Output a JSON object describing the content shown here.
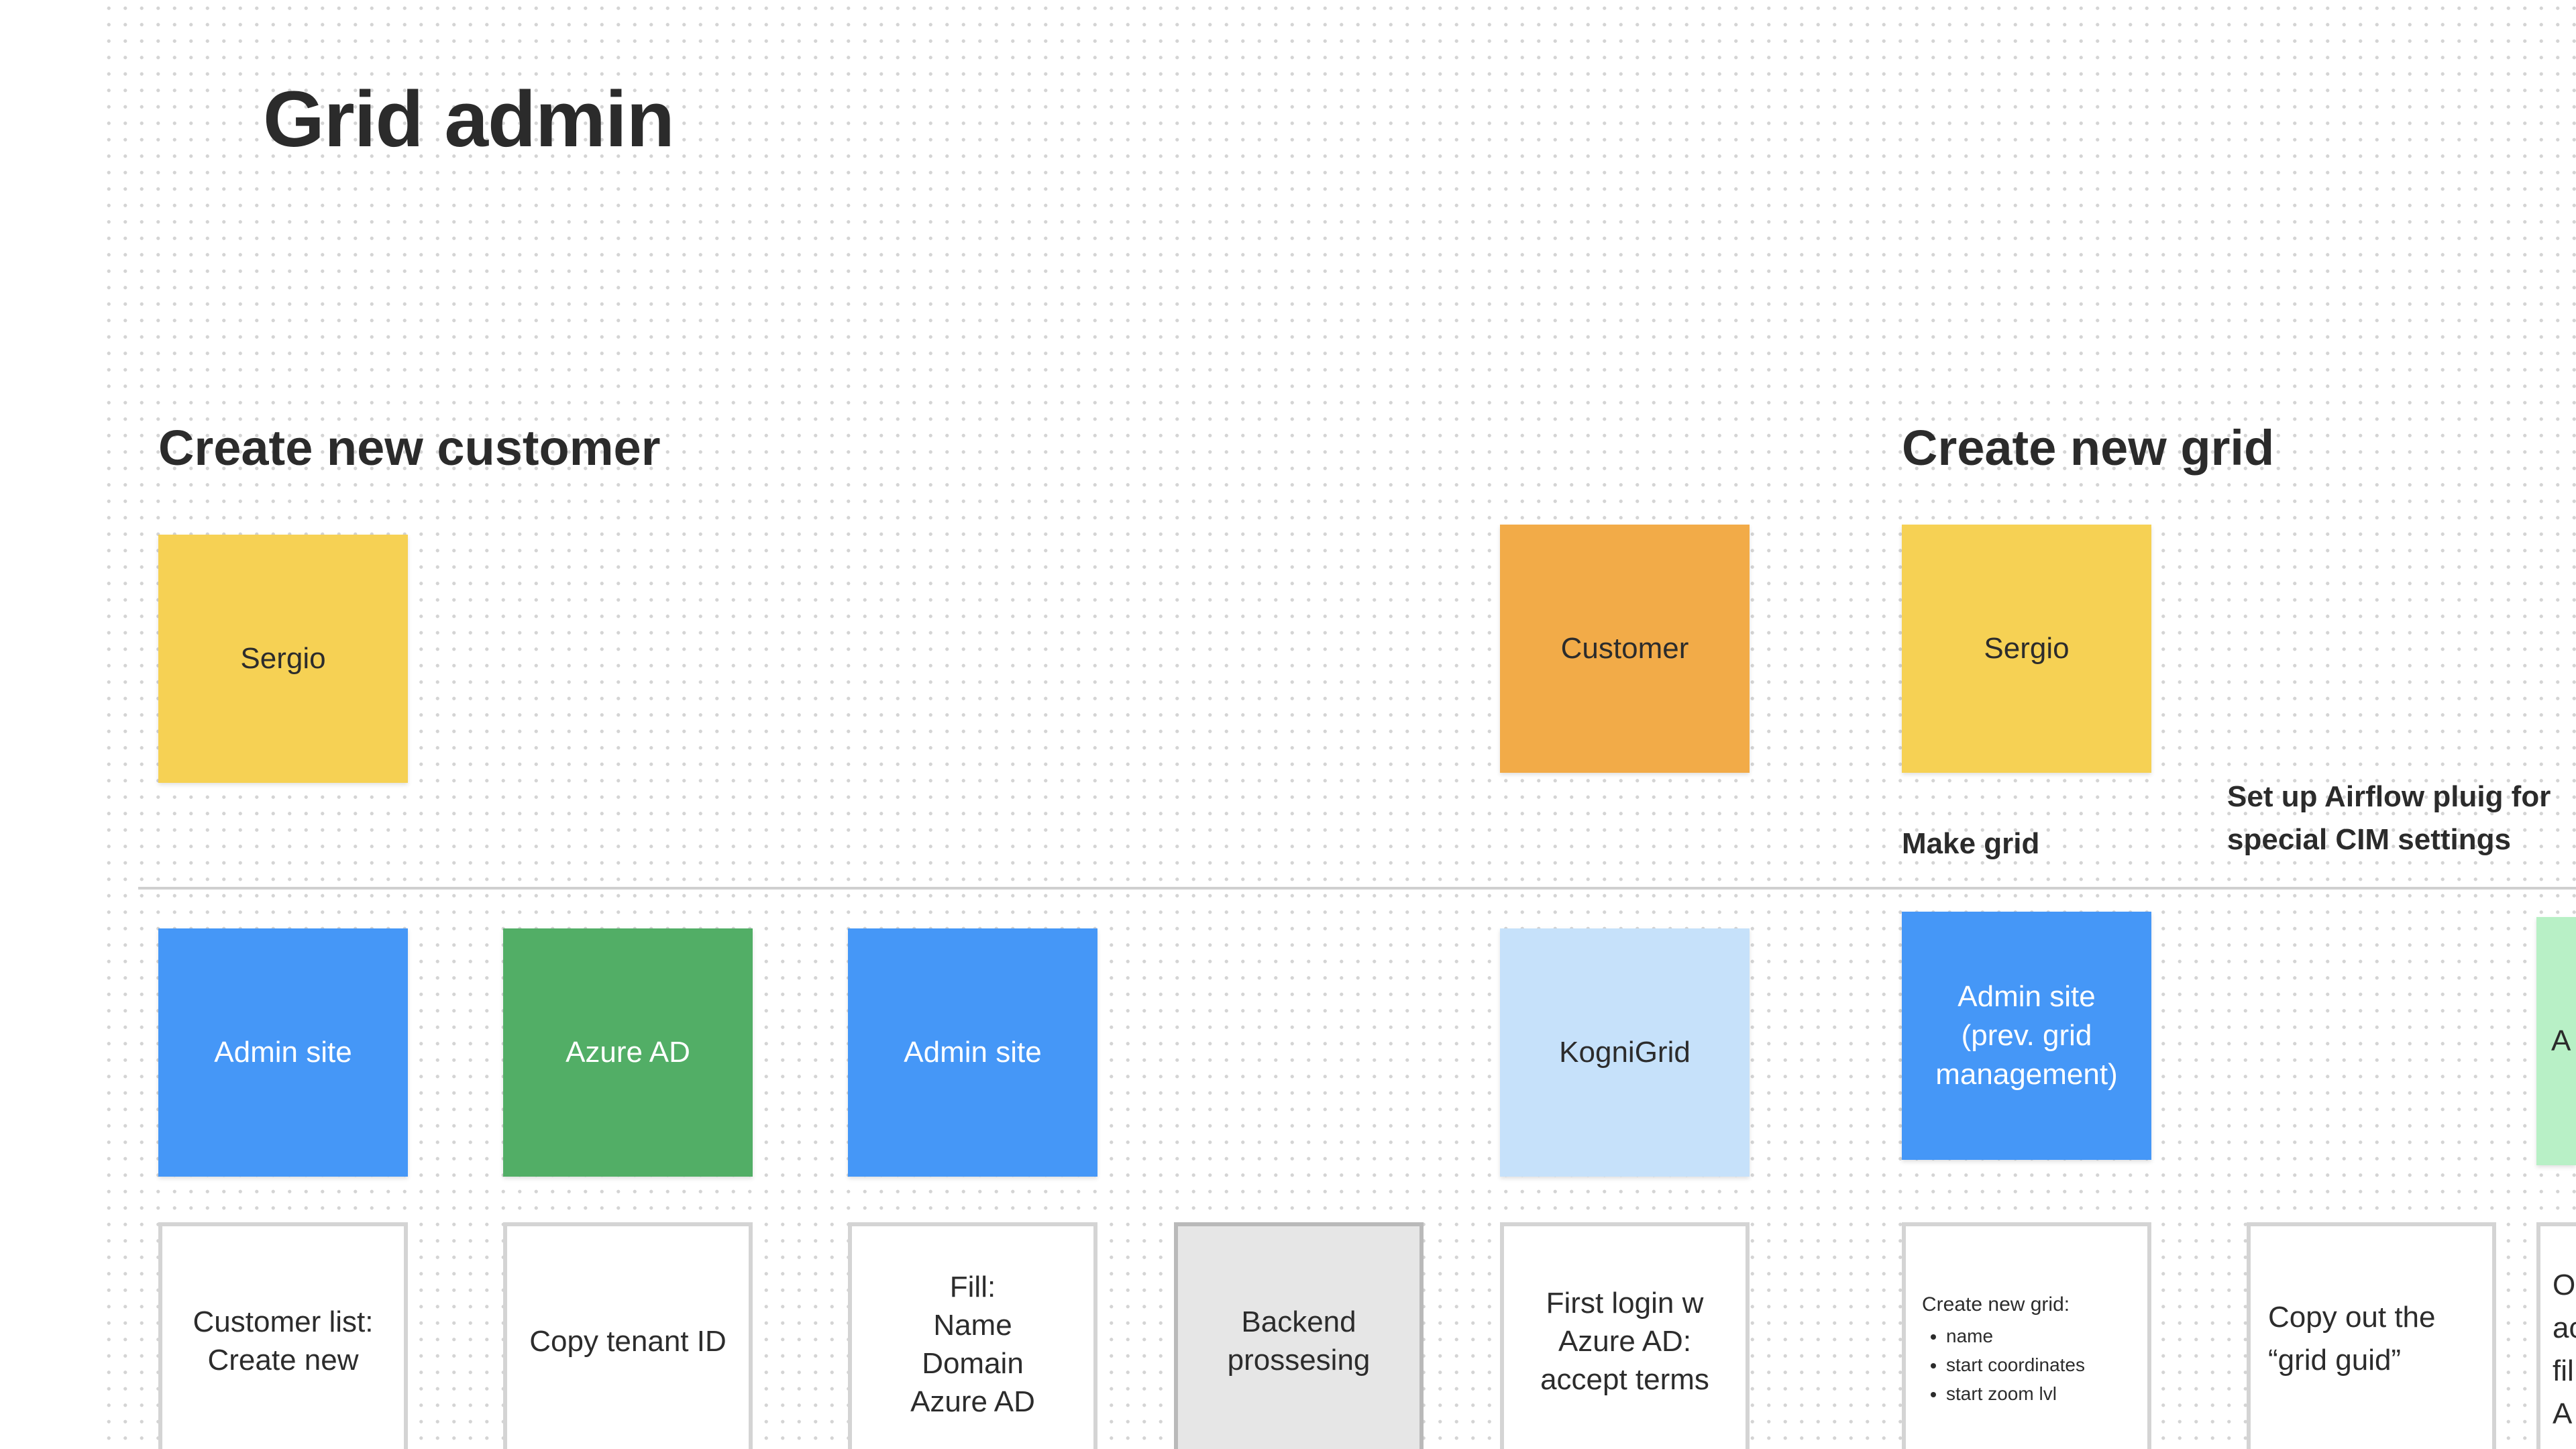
{
  "board": {
    "title": "Grid admin",
    "sections": {
      "customer": "Create new customer",
      "grid": "Create new grid"
    },
    "labels": {
      "make_grid": "Make grid",
      "airflow": "Set up Airflow pluig for special CIM settings"
    }
  },
  "stickies": {
    "sergio_1": "Sergio",
    "customer": "Customer",
    "sergio_2": "Sergio",
    "admin_site_1": "Admin site",
    "azure_ad": "Azure AD",
    "admin_site_2": "Admin site",
    "kogni_grid": "KogniGrid",
    "admin_site_3": "Admin site (prev. grid management)",
    "partial_green": "A"
  },
  "cards": {
    "customer_list": [
      "Customer list:",
      "Create new"
    ],
    "copy_tenant": "Copy tenant ID",
    "fill": [
      "Fill:",
      "Name",
      "Domain",
      "Azure AD"
    ],
    "backend": [
      "Backend",
      "prossesing"
    ],
    "first_login": [
      "First login w",
      "Azure AD:",
      "accept terms"
    ],
    "create_grid": {
      "title": "Create new grid:",
      "items": [
        "name",
        "start coordinates",
        "start zoom lvl"
      ]
    },
    "copy_guid": [
      "Copy out the",
      "“grid guid”"
    ],
    "partial": [
      "O",
      "ac",
      "fil",
      "A"
    ]
  },
  "colors": {
    "yellow": "#f6d154",
    "orange": "#f2ab48",
    "blue": "#4597f7",
    "green": "#52ae66",
    "light_blue": "#c6e1fa",
    "mint": "#b8f0c6",
    "gray_card": "#e6e6e6"
  }
}
